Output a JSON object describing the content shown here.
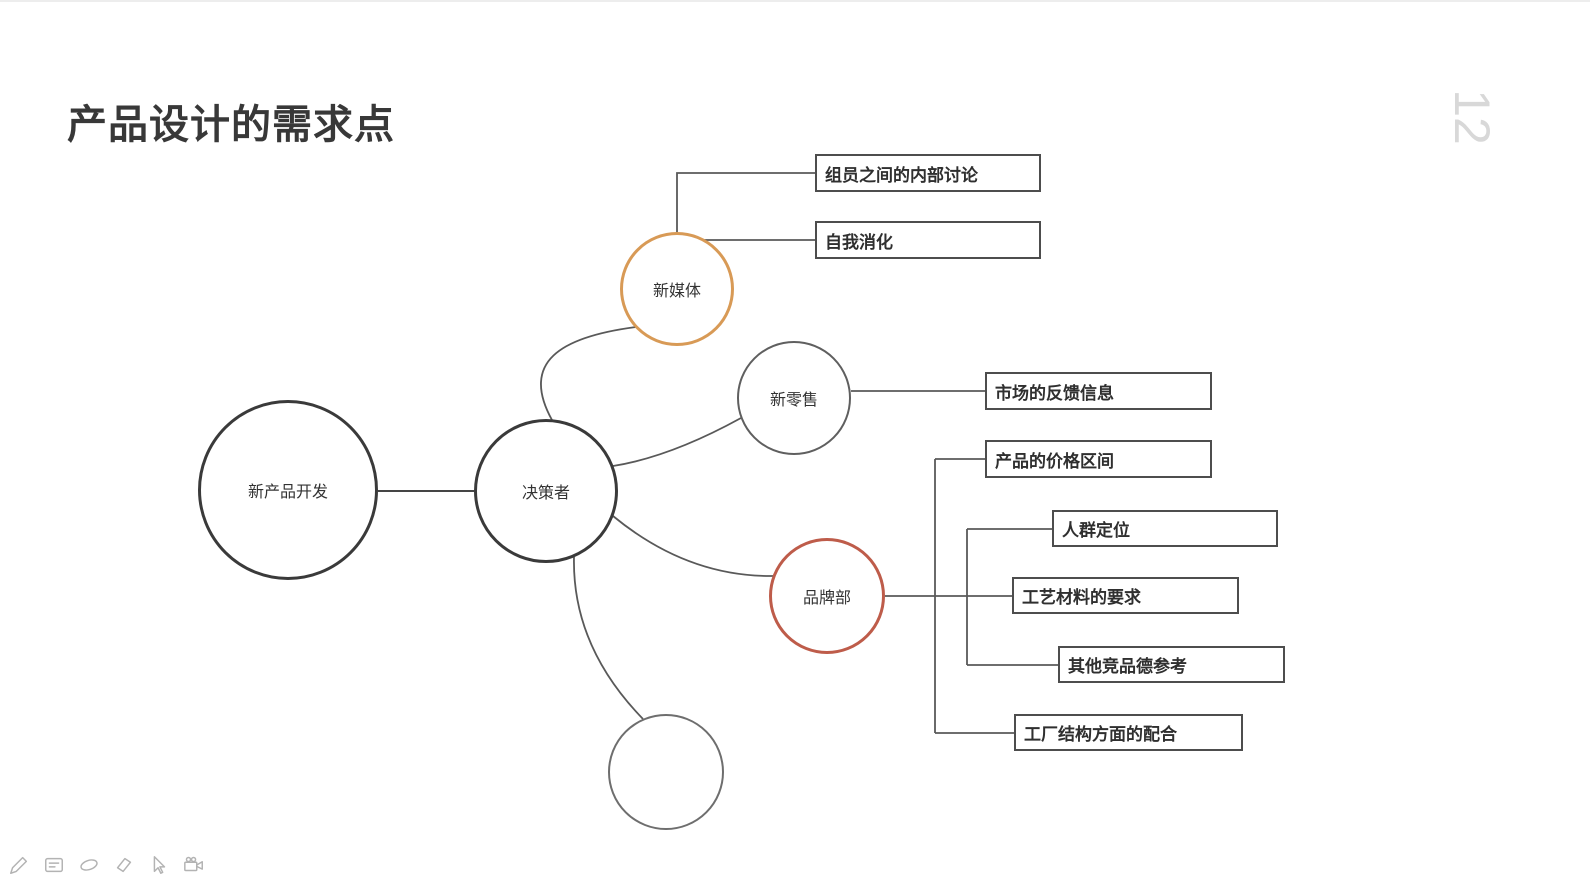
{
  "slide": {
    "title": "产品设计的需求点",
    "page_number": "12"
  },
  "colors": {
    "accent_orange": "#D89A56",
    "accent_red": "#BE5C4A",
    "node_dark": "#3A3A3A",
    "node_gray": "#5F5F5F",
    "line_gray": "#595959",
    "box_border": "#4D4D4D",
    "title_text": "#383838",
    "page_number_text": "#D8D8D8"
  },
  "mindmap": {
    "root": {
      "label": "新产品开发"
    },
    "hub": {
      "label": "决策者"
    },
    "branches": [
      {
        "label": "新媒体",
        "children": [
          "组员之间的内部讨论",
          "自我消化"
        ]
      },
      {
        "label": "新零售",
        "children": [
          "市场的反馈信息"
        ]
      },
      {
        "label": "品牌部",
        "children": [
          "产品的价格区间",
          "人群定位",
          "工艺材料的要求",
          "其他竞品德参考",
          "工厂结构方面的配合"
        ]
      },
      {
        "label": "",
        "children": []
      }
    ]
  },
  "toolbar": {
    "icons": [
      "pen-icon",
      "note-icon",
      "ellipse-icon",
      "eraser-icon",
      "cursor-icon",
      "projector-icon"
    ]
  }
}
